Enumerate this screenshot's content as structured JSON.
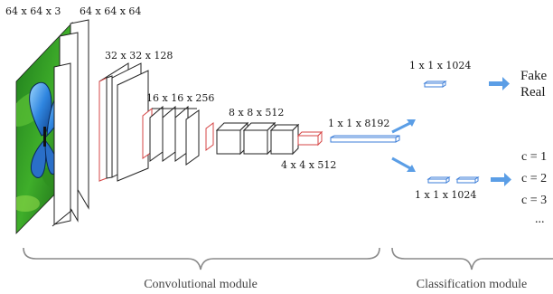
{
  "labels": {
    "input_dim": "64 x 64 x 3",
    "conv1_dim": "64 x 64 x 64",
    "conv2_dim": "32 x 32 x 128",
    "conv3_dim": "16 x 16 x 256",
    "conv4_dim": "8 x 8 x 512",
    "conv5_dim": "4 x 4 x 512",
    "flat_dim": "1 x 1 x 8192",
    "fc_top_dim": "1 x 1 x 1024",
    "fc_bottom_dim": "1 x 1 x 1024"
  },
  "outputs": {
    "top": [
      "Fake",
      "Real"
    ],
    "bottom": [
      "c = 1",
      "c = 2",
      "c = 3",
      "..."
    ]
  },
  "modules": {
    "convolutional": "Convolutional module",
    "classification": "Classification module"
  },
  "colors": {
    "highlight_red": "#d64545",
    "fc_blue": "#3b7dd8",
    "arrow_blue": "#5b9ee6",
    "outline": "#222222"
  },
  "icons": {
    "input_image": "butterfly-photo"
  }
}
